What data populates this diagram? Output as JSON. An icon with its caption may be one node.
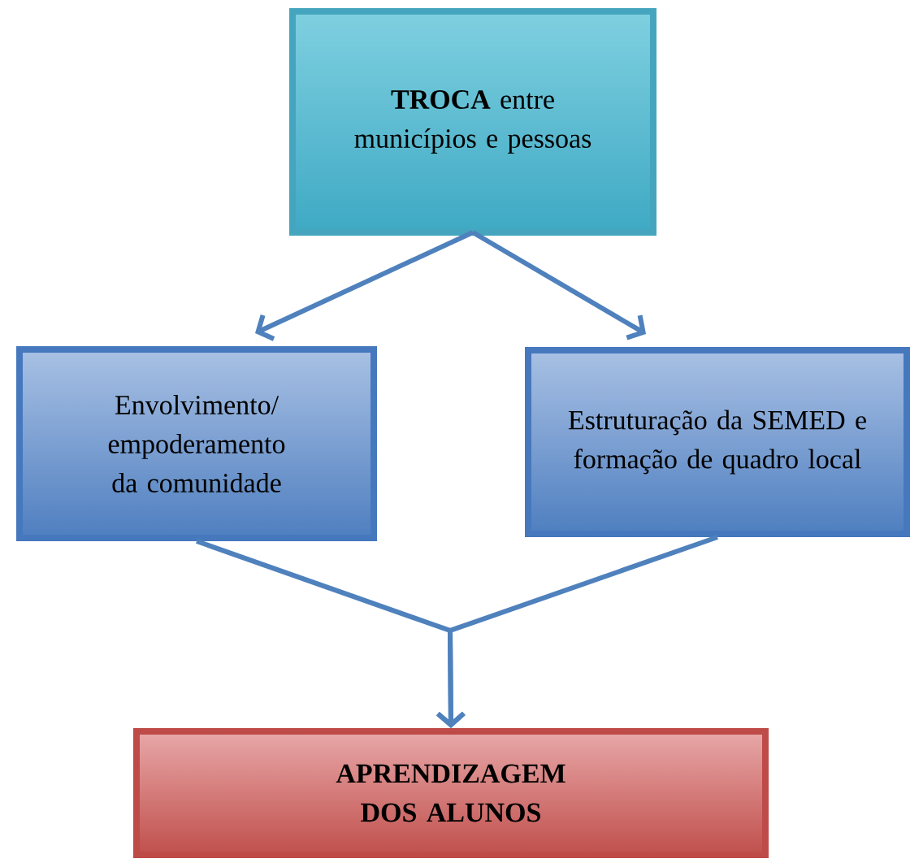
{
  "diagram": {
    "nodes": [
      {
        "text": [
          "**TROCA** entre municípios e pessoas"
        ]
      },
      {
        "text": [
          "Envolvimento/ empoderamento da comunidade"
        ]
      },
      {
        "text": [
          "Estruturação da SEMED e formação de quadro local"
        ]
      },
      {
        "text": [
          "APRENDIZAGEM DOS ALUNOS"
        ]
      }
    ],
    "edges": [
      {
        "from": 0,
        "to": 1,
        "arrow": "to"
      },
      {
        "from": 0,
        "to": 2,
        "arrow": "to"
      },
      {
        "from": 1,
        "to": 3,
        "arrow": "to"
      },
      {
        "from": 2,
        "to": 3,
        "arrow": "to"
      }
    ]
  }
}
